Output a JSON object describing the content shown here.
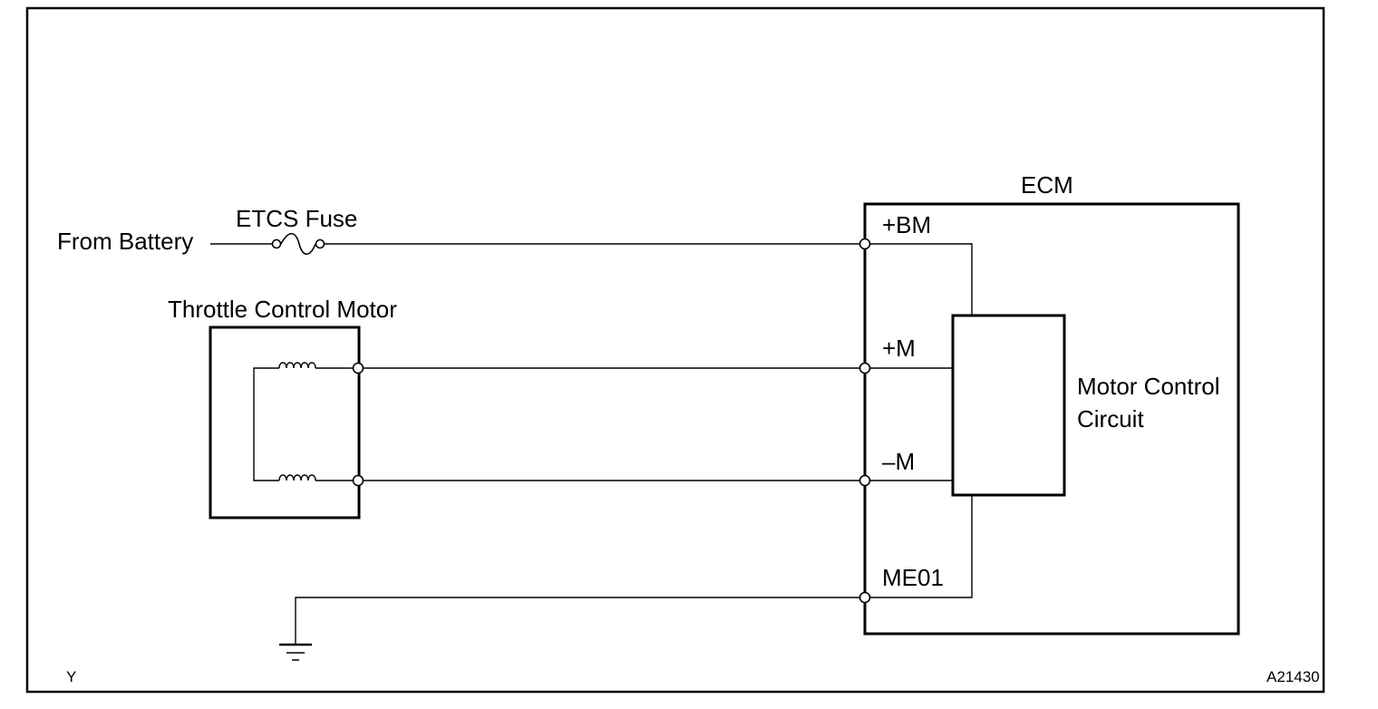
{
  "diagram": {
    "source_label": "From Battery",
    "fuse_label": "ETCS Fuse",
    "motor_label": "Throttle Control Motor",
    "ecm_label": "ECM",
    "terminals": {
      "bm": "+BM",
      "m_plus": "+M",
      "m_minus": "–M",
      "me01": "ME01"
    },
    "circuit_label_line1": "Motor Control",
    "circuit_label_line2": "Circuit",
    "corner_left": "Y",
    "figure_code": "A21430"
  }
}
